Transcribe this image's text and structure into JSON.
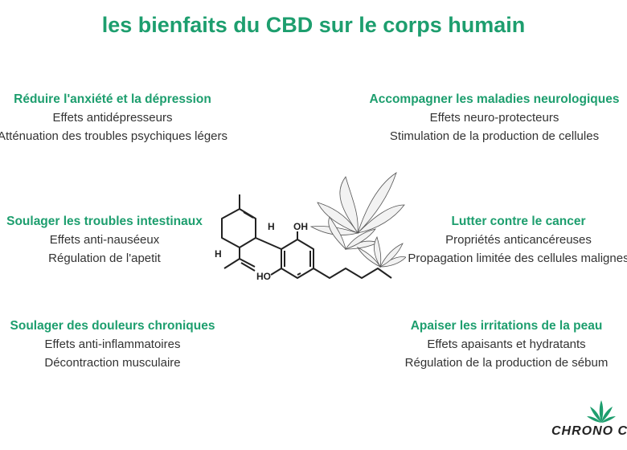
{
  "title": "les bienfaits du CBD sur le corps humain",
  "benefits": [
    {
      "heading": "Réduire l'anxiété et la dépression",
      "lines": [
        "Effets antidépresseurs",
        "Atténuation des troubles psychiques légers"
      ]
    },
    {
      "heading": "Accompagner les maladies neurologiques",
      "lines": [
        "Effets neuro-protecteurs",
        "Stimulation de la production de cellules"
      ]
    },
    {
      "heading": "Soulager les troubles intestinaux",
      "lines": [
        "Effets anti-nauséeux",
        "Régulation de l'apetit"
      ]
    },
    {
      "heading": "Lutter contre le cancer",
      "lines": [
        "Propriétés anticancéreuses",
        "Propagation limitée des cellules malignes"
      ]
    },
    {
      "heading": "Soulager des douleurs chroniques",
      "lines": [
        "Effets anti-inflammatoires",
        "Décontraction musculaire"
      ]
    },
    {
      "heading": "Apaiser les irritations de la peau",
      "lines": [
        "Effets apaisants et hydratants",
        "Régulation de la production de sébum"
      ]
    }
  ],
  "molecule": {
    "label_h1": "H",
    "label_h2": "H",
    "label_oh1": "OH",
    "label_oh2": "HO"
  },
  "logo": {
    "text": "CHRONO CBD",
    "icon": "cannabis-leaf-icon"
  },
  "colors": {
    "accent": "#1d9e6e",
    "text": "#333333"
  }
}
